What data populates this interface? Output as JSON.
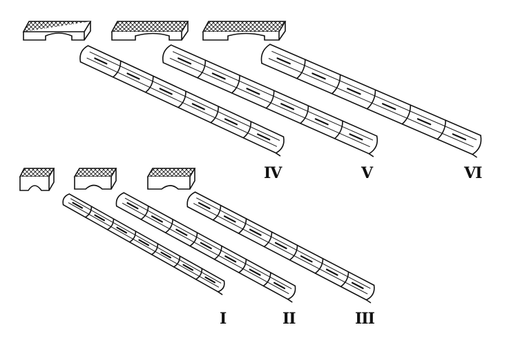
{
  "figure": {
    "labels": {
      "I": "I",
      "II": "II",
      "III": "III",
      "IV": "IV",
      "V": "V",
      "VI": "VI"
    },
    "stroke_color": "#111111",
    "background_color": "#ffffff",
    "rows": [
      {
        "name": "upper",
        "types": [
          "IV",
          "V",
          "VI"
        ],
        "segments_per_beam": 6
      },
      {
        "name": "lower",
        "types": [
          "I",
          "II",
          "III"
        ],
        "segments_per_beam": 7
      }
    ]
  }
}
